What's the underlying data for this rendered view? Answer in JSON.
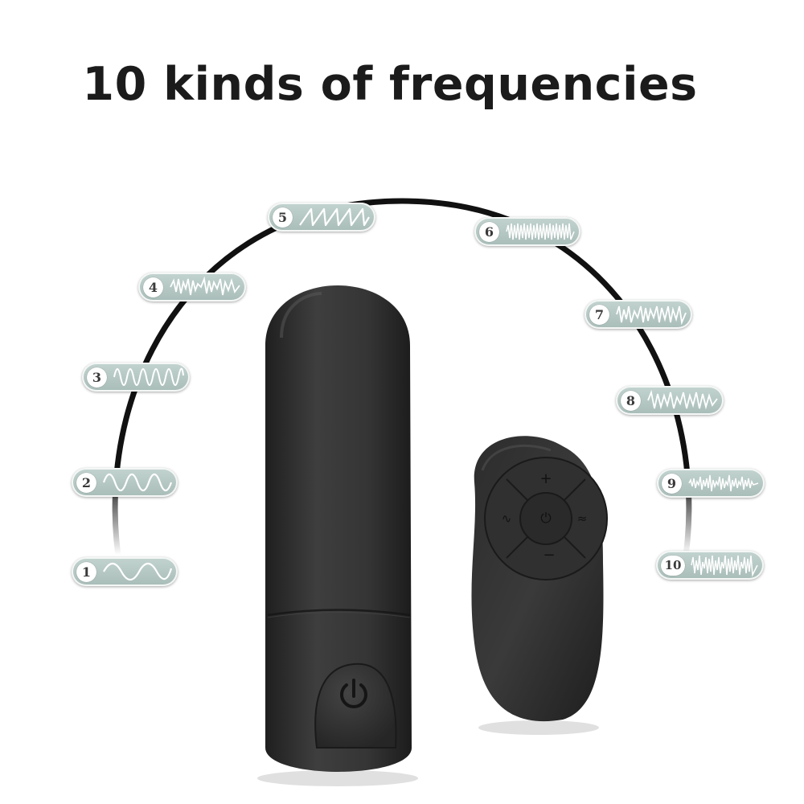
{
  "title": "10 kinds of frequencies",
  "colors": {
    "device_body": "#3a3a3a",
    "device_shadow": "#1d1d1d",
    "pill_fill": "#b5c7c3",
    "wave_stroke": "#ffffff",
    "arc_stroke": "#111111",
    "title_color": "#1b1b1b"
  },
  "frequencies": [
    {
      "label": "1",
      "pattern": "sine-slow"
    },
    {
      "label": "2",
      "pattern": "sine"
    },
    {
      "label": "3",
      "pattern": "sine-fast"
    },
    {
      "label": "4",
      "pattern": "burst"
    },
    {
      "label": "5",
      "pattern": "sawtooth"
    },
    {
      "label": "6",
      "pattern": "dense"
    },
    {
      "label": "7",
      "pattern": "burst-mixed"
    },
    {
      "label": "8",
      "pattern": "burst-wave"
    },
    {
      "label": "9",
      "pattern": "noise"
    },
    {
      "label": "10",
      "pattern": "noise-strong"
    }
  ],
  "remote": {
    "buttons": [
      {
        "symbol": "+",
        "icon": "plus-icon"
      },
      {
        "symbol": "−",
        "icon": "minus-icon"
      },
      {
        "symbol": "⏻",
        "icon": "power-icon"
      },
      {
        "symbol": "∿",
        "icon": "mode-prev-icon"
      },
      {
        "symbol": "≈",
        "icon": "mode-next-icon"
      }
    ]
  },
  "bullet": {
    "button_icon": "power-icon"
  }
}
